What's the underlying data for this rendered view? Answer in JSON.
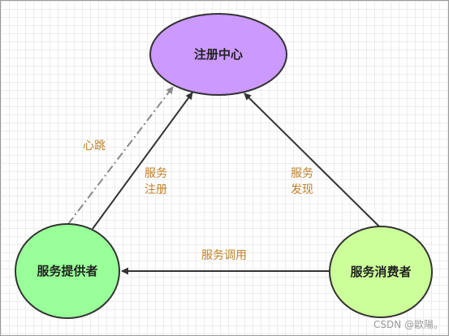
{
  "nodes": {
    "registry": {
      "label": "注册中心",
      "fill": "#cc99ff"
    },
    "provider": {
      "label": "服务提供者",
      "fill": "#99ff99"
    },
    "consumer": {
      "label": "服务消费者",
      "fill": "#ccff99"
    }
  },
  "edges": {
    "heartbeat": {
      "label": "心跳",
      "style": "dash-dot",
      "color": "#888888"
    },
    "register": {
      "line1": "服务",
      "line2": "注册",
      "color": "#333333"
    },
    "discover": {
      "line1": "服务",
      "line2": "发现",
      "color": "#333333"
    },
    "invoke": {
      "label": "服务调用",
      "color": "#333333"
    }
  },
  "colors": {
    "label_text": "#c0802a",
    "node_stroke": "#333333"
  },
  "watermark": "CSDN @歐陽。"
}
